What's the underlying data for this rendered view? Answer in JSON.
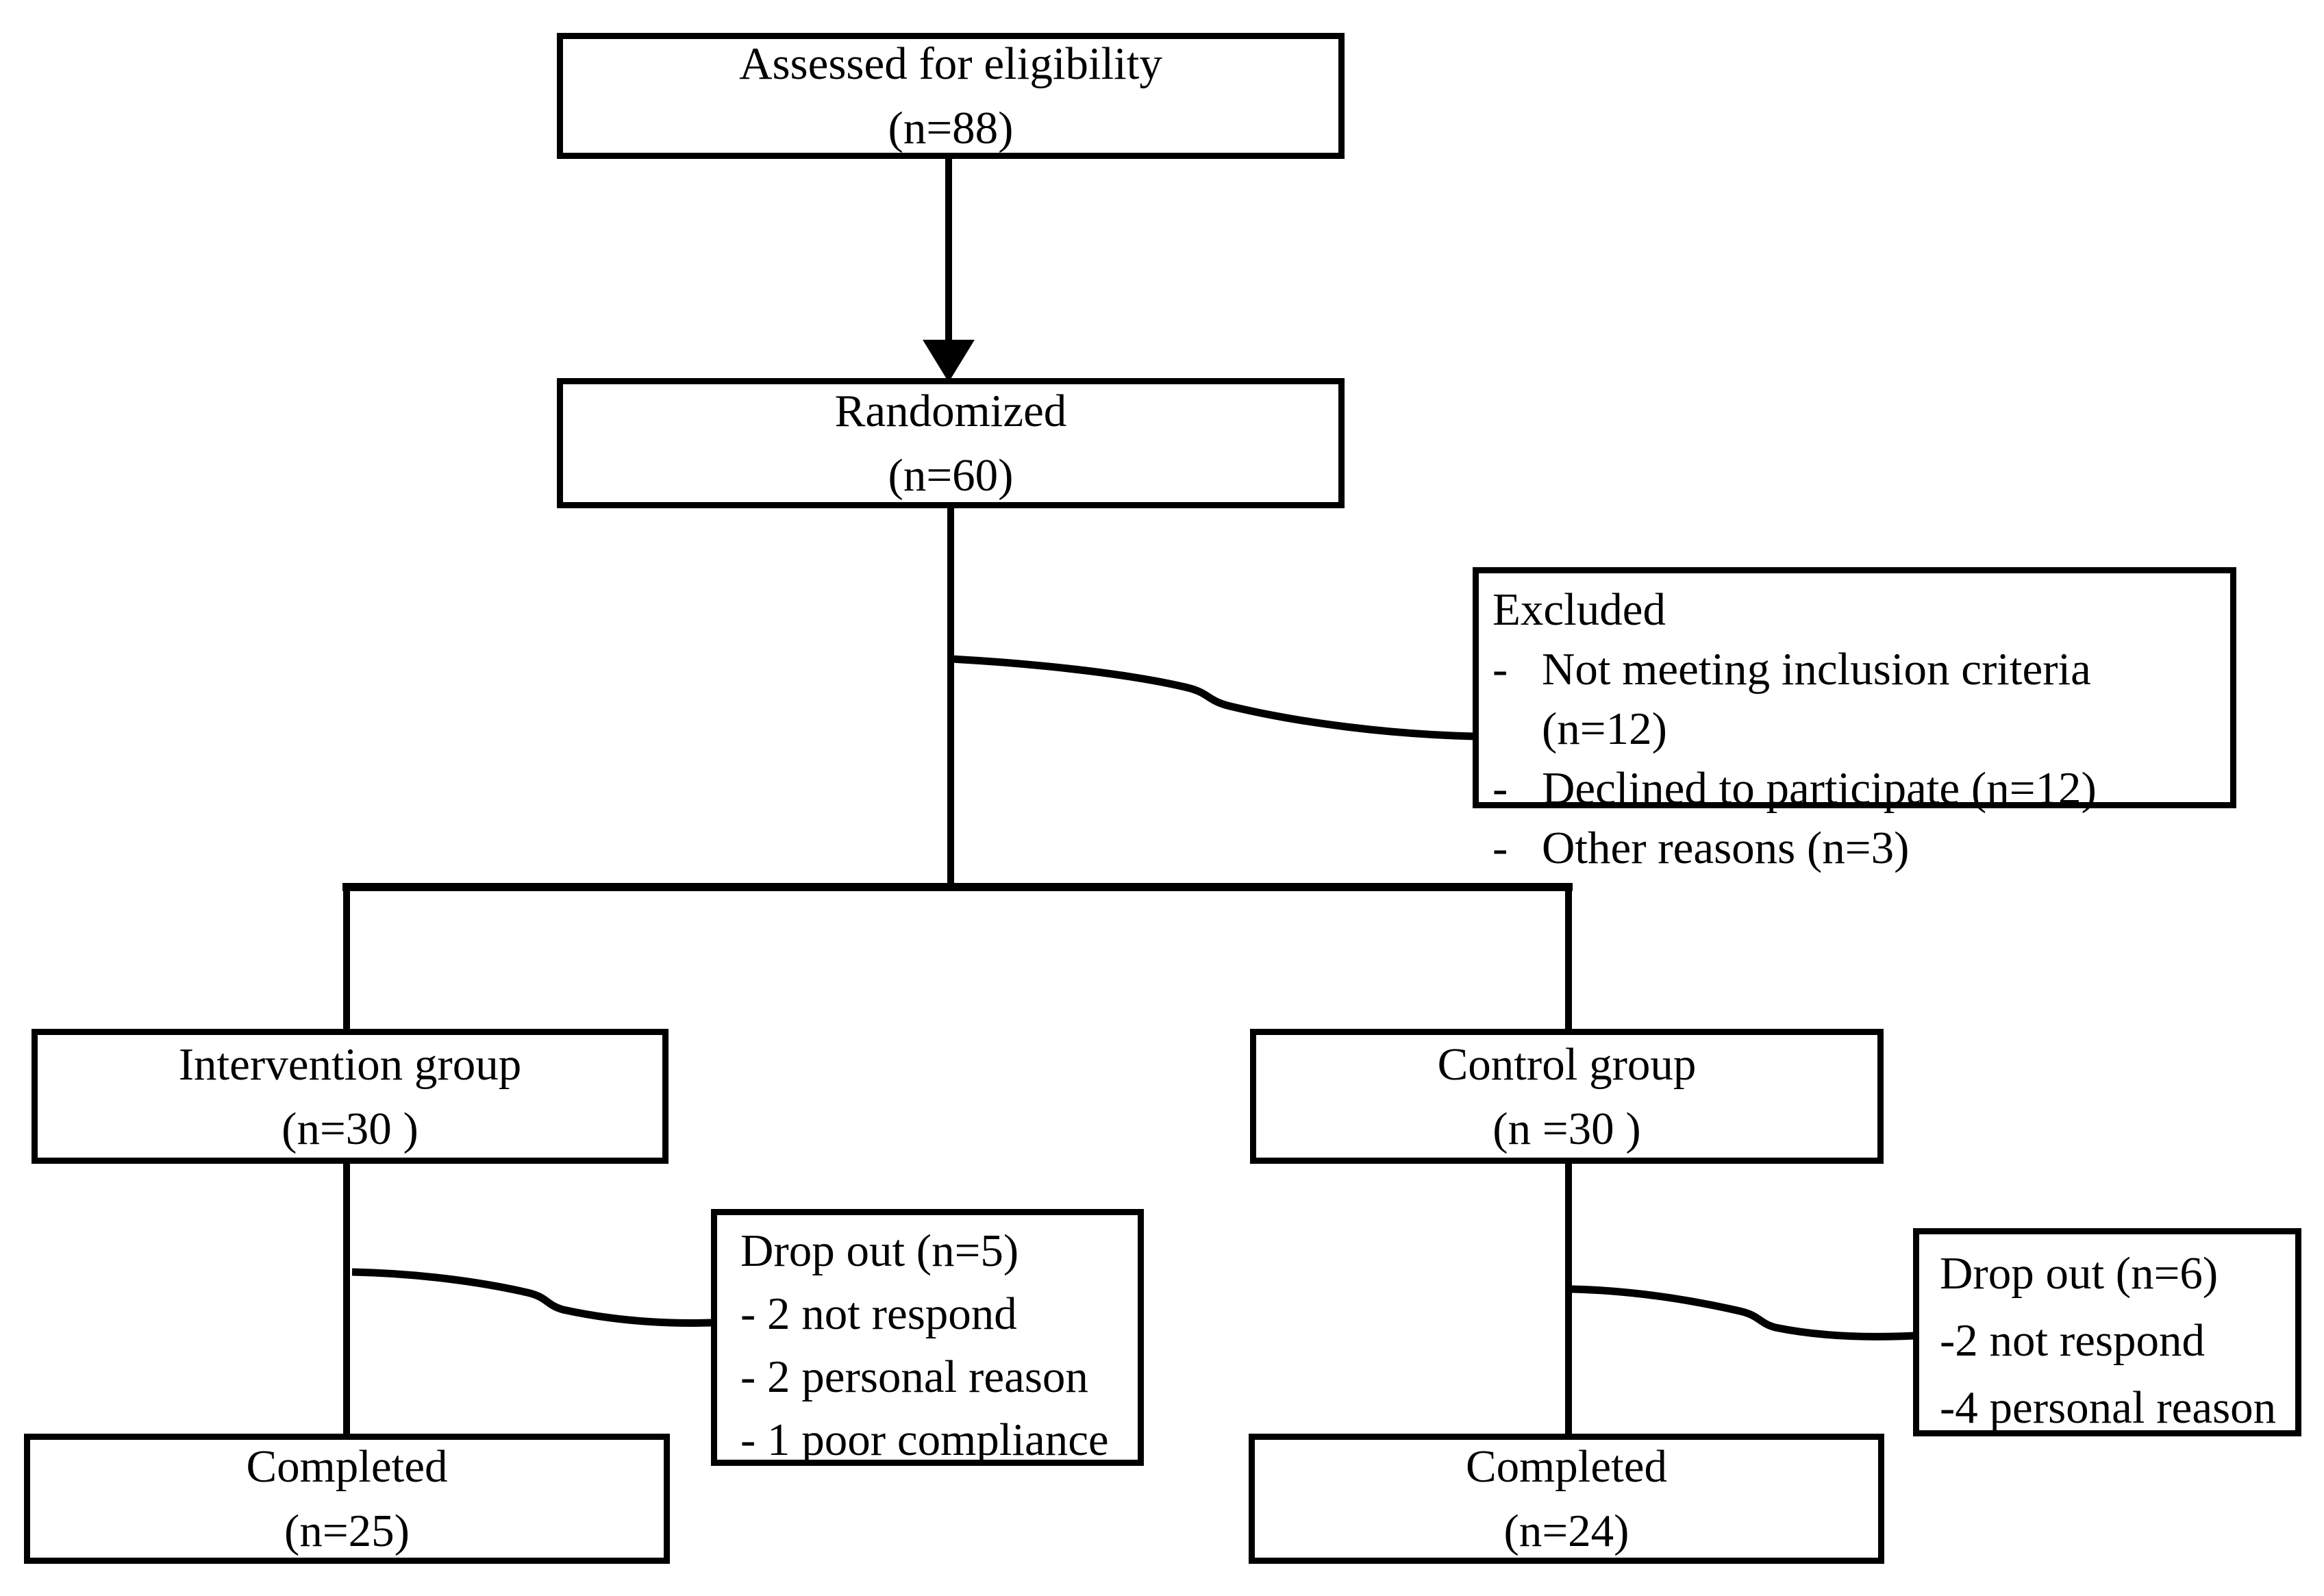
{
  "colors": {
    "ink": "#000000",
    "background": "#ffffff"
  },
  "nodes": {
    "assessed": {
      "line1": "Assessed for eligibility",
      "line2": "(n=88)"
    },
    "randomized": {
      "line1": "Randomized",
      "line2": "(n=60)"
    },
    "excluded": {
      "title": "Excluded",
      "items": [
        {
          "bullet": "-",
          "text": "Not meeting inclusion criteria (n=12)"
        },
        {
          "bullet": "-",
          "text": "Declined to participate (n=12)"
        },
        {
          "bullet": "-",
          "text": "Other reasons (n=3)"
        }
      ]
    },
    "intervention": {
      "line1": "Intervention group",
      "line2": "(n=30 )"
    },
    "control": {
      "line1": "Control group",
      "line2": "(n =30 )"
    },
    "dropout_intervention": {
      "title": "Drop out (n=5)",
      "items": [
        "- 2 not respond",
        "- 2 personal reason",
        "- 1 poor compliance"
      ]
    },
    "dropout_control": {
      "title": "Drop out (n=6)",
      "items": [
        "-2 not respond",
        "-4 personal reason"
      ]
    },
    "completed_intervention": {
      "line1": "Completed",
      "line2": "(n=25)"
    },
    "completed_control": {
      "line1": "Completed",
      "line2": "(n=24)"
    }
  }
}
